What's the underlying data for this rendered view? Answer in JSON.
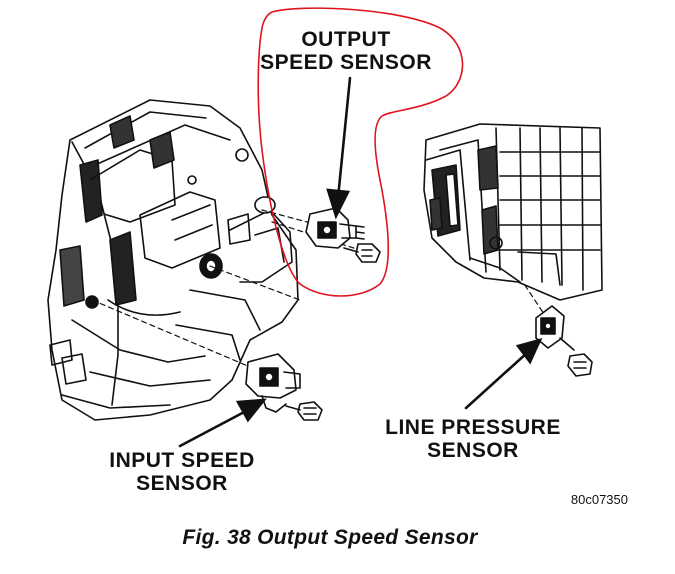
{
  "labels": {
    "output_speed_sensor": [
      "OUTPUT",
      "SPEED SENSOR"
    ],
    "input_speed_sensor": [
      "INPUT SPEED",
      "SENSOR"
    ],
    "line_pressure_sensor": [
      "LINE PRESSURE",
      "SENSOR"
    ],
    "figure_code": "80c07350",
    "caption": "Fig. 38 Output Speed Sensor"
  },
  "colors": {
    "ink": "#111111",
    "highlight_outline": "#e0141e",
    "background": "#ffffff"
  }
}
